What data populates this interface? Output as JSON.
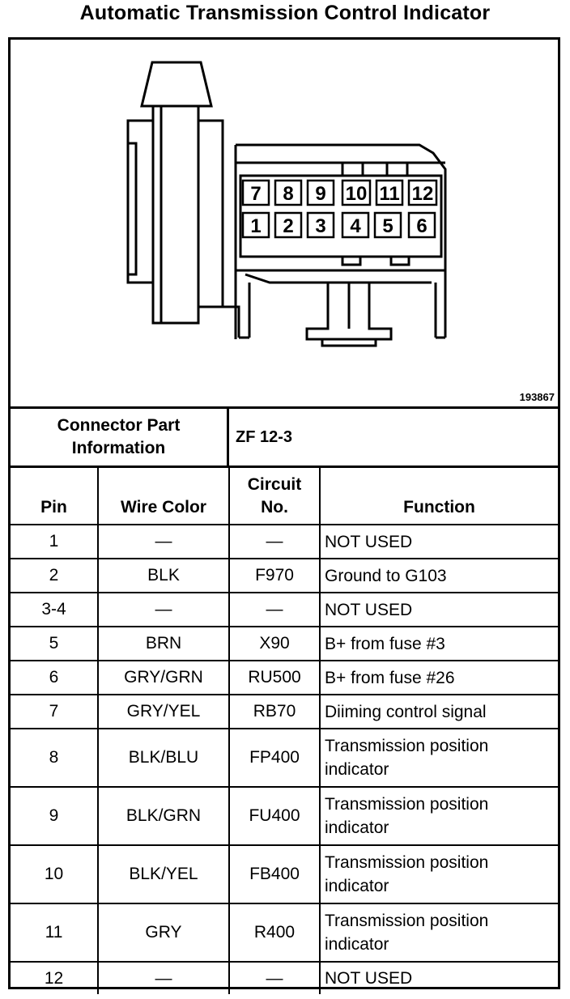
{
  "title": "Automatic Transmission Control Indicator",
  "figure_id": "193867",
  "connector": {
    "pins_top": [
      "7",
      "8",
      "9",
      "10",
      "11",
      "12"
    ],
    "pins_bottom": [
      "1",
      "2",
      "3",
      "4",
      "5",
      "6"
    ]
  },
  "part_info": {
    "label": "Connector Part Information",
    "value": "ZF 12-3"
  },
  "table": {
    "headers": [
      "Pin",
      "Wire Color",
      "Circuit No.",
      "Function"
    ],
    "rows": [
      {
        "pin": "1",
        "color": "—",
        "circuit": "—",
        "function": "NOT USED"
      },
      {
        "pin": "2",
        "color": "BLK",
        "circuit": "F970",
        "function": "Ground to G103"
      },
      {
        "pin": "3-4",
        "color": "—",
        "circuit": "—",
        "function": "NOT USED"
      },
      {
        "pin": "5",
        "color": "BRN",
        "circuit": "X90",
        "function": "B+ from fuse #3"
      },
      {
        "pin": "6",
        "color": "GRY/GRN",
        "circuit": "RU500",
        "function": "B+ from fuse #26"
      },
      {
        "pin": "7",
        "color": "GRY/YEL",
        "circuit": "RB70",
        "function": "Diiming control signal"
      },
      {
        "pin": "8",
        "color": "BLK/BLU",
        "circuit": "FP400",
        "function": "Transmission position indicator"
      },
      {
        "pin": "9",
        "color": "BLK/GRN",
        "circuit": "FU400",
        "function": "Transmission position indicator"
      },
      {
        "pin": "10",
        "color": "BLK/YEL",
        "circuit": "FB400",
        "function": "Transmission position indicator"
      },
      {
        "pin": "11",
        "color": "GRY",
        "circuit": "R400",
        "function": "Transmission position indicator"
      },
      {
        "pin": "12",
        "color": "—",
        "circuit": "—",
        "function": "NOT USED"
      }
    ]
  }
}
